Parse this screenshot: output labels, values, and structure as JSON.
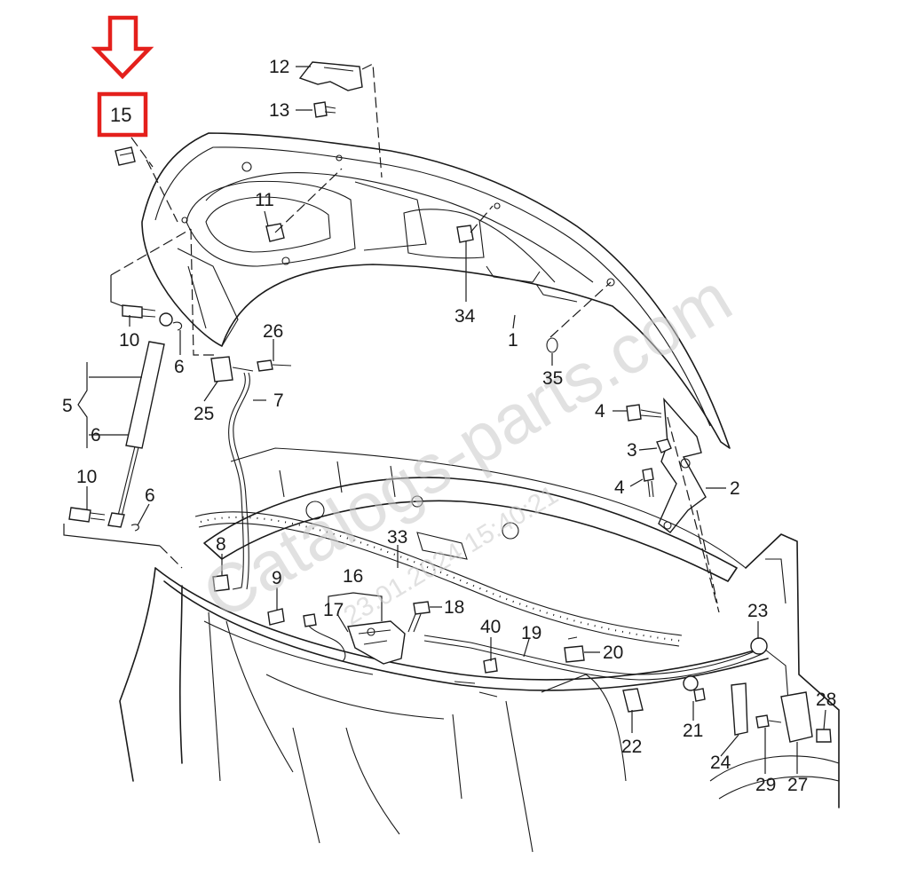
{
  "highlight": {
    "label": "15",
    "color": "#e4201c"
  },
  "watermark": {
    "main": "Catalogs-parts.com",
    "stamp": "23.01.2024 15:40:21"
  },
  "callouts": [
    {
      "id": "c1",
      "label": "1"
    },
    {
      "id": "c2",
      "label": "2"
    },
    {
      "id": "c3",
      "label": "3"
    },
    {
      "id": "c4a",
      "label": "4"
    },
    {
      "id": "c4b",
      "label": "4"
    },
    {
      "id": "c5",
      "label": "5"
    },
    {
      "id": "c6a",
      "label": "6"
    },
    {
      "id": "c6b",
      "label": "6"
    },
    {
      "id": "c6c",
      "label": "6"
    },
    {
      "id": "c7",
      "label": "7"
    },
    {
      "id": "c8",
      "label": "8"
    },
    {
      "id": "c9",
      "label": "9"
    },
    {
      "id": "c10a",
      "label": "10"
    },
    {
      "id": "c10b",
      "label": "10"
    },
    {
      "id": "c11",
      "label": "11"
    },
    {
      "id": "c12",
      "label": "12"
    },
    {
      "id": "c13",
      "label": "13"
    },
    {
      "id": "c16",
      "label": "16"
    },
    {
      "id": "c17",
      "label": "17"
    },
    {
      "id": "c18",
      "label": "18"
    },
    {
      "id": "c19",
      "label": "19"
    },
    {
      "id": "c20",
      "label": "20"
    },
    {
      "id": "c21",
      "label": "21"
    },
    {
      "id": "c22",
      "label": "22"
    },
    {
      "id": "c23",
      "label": "23"
    },
    {
      "id": "c24",
      "label": "24"
    },
    {
      "id": "c25",
      "label": "25"
    },
    {
      "id": "c26",
      "label": "26"
    },
    {
      "id": "c27",
      "label": "27"
    },
    {
      "id": "c28",
      "label": "28"
    },
    {
      "id": "c29",
      "label": "29"
    },
    {
      "id": "c33",
      "label": "33"
    },
    {
      "id": "c34",
      "label": "34"
    },
    {
      "id": "c35",
      "label": "35"
    },
    {
      "id": "c40",
      "label": "40"
    }
  ]
}
